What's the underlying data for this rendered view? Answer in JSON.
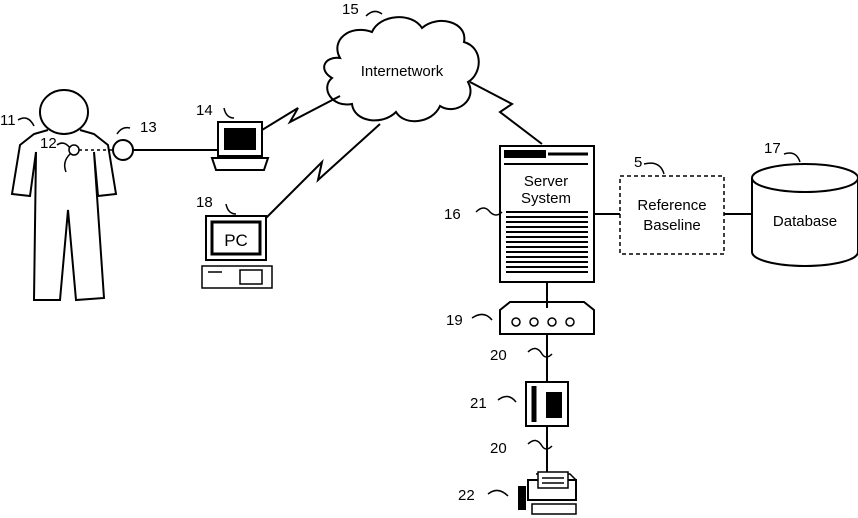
{
  "labels": {
    "n11": "11",
    "n12": "12",
    "n13": "13",
    "n14": "14",
    "n15": "15",
    "n18": "18",
    "n16": "16",
    "n5": "5",
    "n17": "17",
    "n19": "19",
    "n20a": "20",
    "n21": "21",
    "n20b": "20",
    "n22": "22"
  },
  "nodes": {
    "internetwork": "Internetwork",
    "server_line1": "Server",
    "server_line2": "System",
    "reference_line1": "Reference",
    "reference_line2": "Baseline",
    "database": "Database",
    "pc": "PC"
  }
}
